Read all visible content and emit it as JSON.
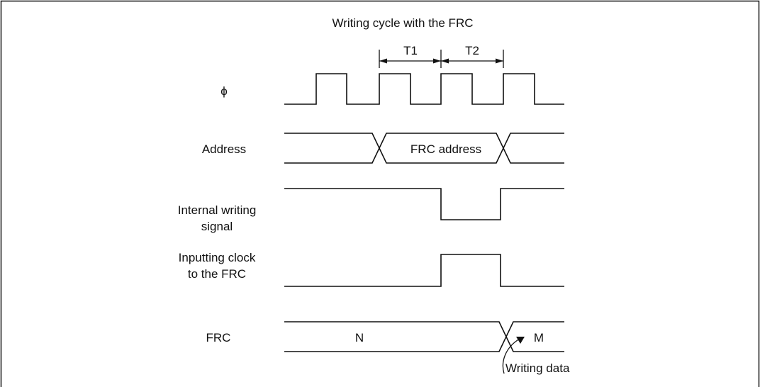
{
  "title": "Writing cycle with the FRC",
  "timing": {
    "t1": "T1",
    "t2": "T2"
  },
  "signals": {
    "phi": "ϕ",
    "address": "Address",
    "internal_writing_signal": [
      "Internal writing",
      "signal"
    ],
    "inputting_clock": [
      "Inputting clock",
      "to the FRC"
    ],
    "frc": "FRC"
  },
  "values": {
    "frc_address": "FRC address",
    "frc_before": "N",
    "frc_after": "M"
  },
  "annotation": "Writing data"
}
